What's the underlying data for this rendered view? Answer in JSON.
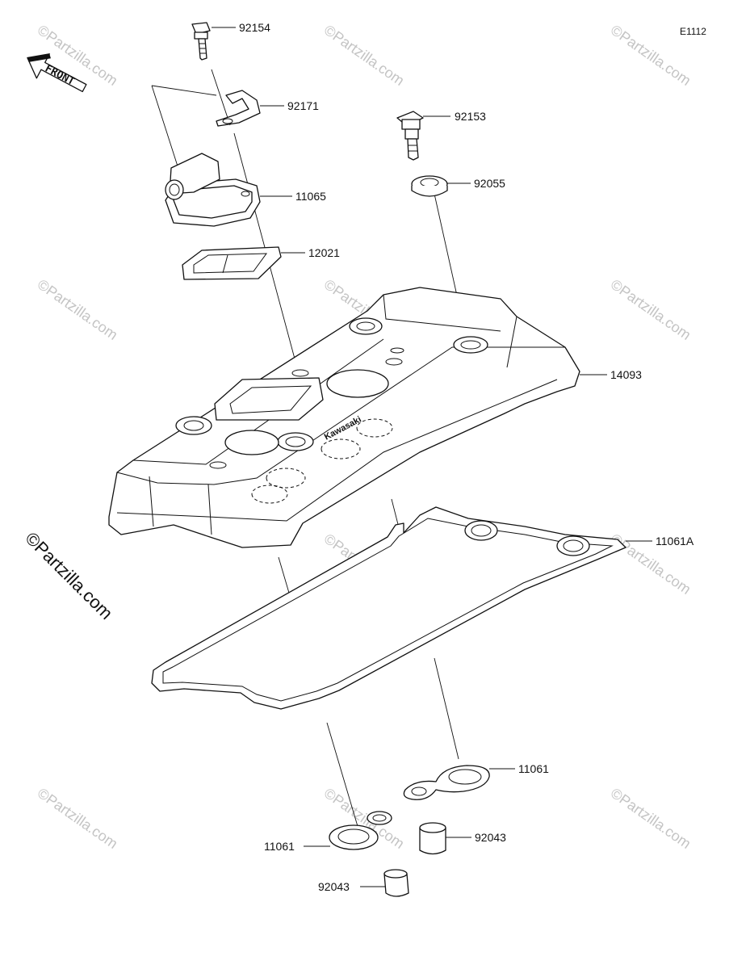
{
  "diagram_code": "E1112",
  "front_label": "FRONT",
  "brand_mark": "©Partzilla.com",
  "watermark_text": "©Partzilla.com",
  "cover_logo_text": "Kawasaki",
  "parts": [
    {
      "id": "p1",
      "number": "92154"
    },
    {
      "id": "p2",
      "number": "92171"
    },
    {
      "id": "p3",
      "number": "92153"
    },
    {
      "id": "p4",
      "number": "11065"
    },
    {
      "id": "p5",
      "number": "92055"
    },
    {
      "id": "p6",
      "number": "12021"
    },
    {
      "id": "p7",
      "number": "14093"
    },
    {
      "id": "p8",
      "number": "11061A"
    },
    {
      "id": "p9",
      "number": "11061"
    },
    {
      "id": "p10",
      "number": "11061"
    },
    {
      "id": "p11",
      "number": "92043"
    },
    {
      "id": "p12",
      "number": "92043"
    }
  ],
  "colors": {
    "line": "#111111",
    "watermark": "#c4c4c4",
    "background": "#ffffff"
  }
}
